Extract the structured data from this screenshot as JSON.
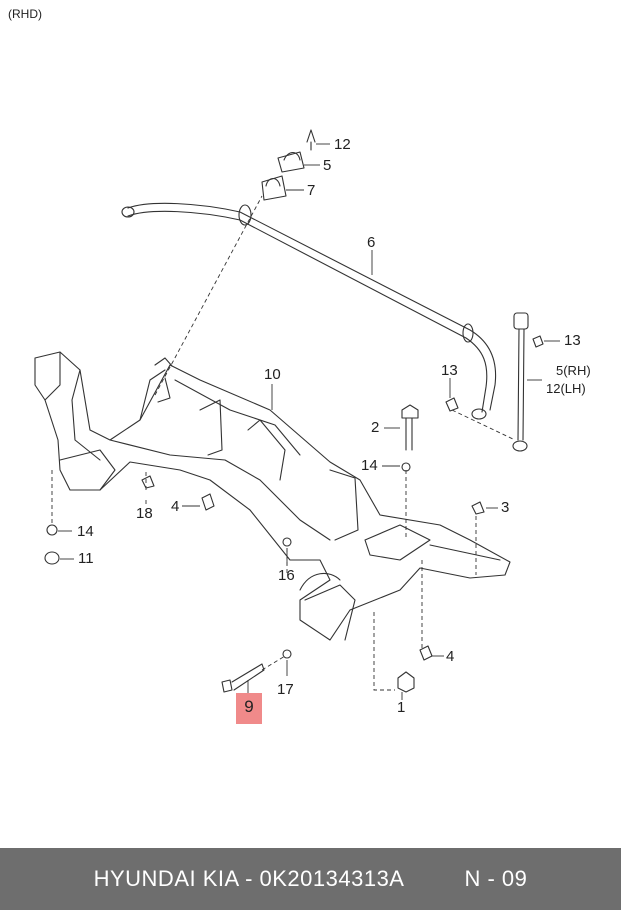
{
  "corner_label": "(RHD)",
  "callouts": {
    "c12_top": "12",
    "c5_top": "5",
    "c7": "7",
    "c6": "6",
    "c13_right": "13",
    "c5_rh": "5(RH)",
    "c12_lh": "12(LH)",
    "c13_mid": "13",
    "c10": "10",
    "c2": "2",
    "c14_mid": "14",
    "c3": "3",
    "c18": "18",
    "c4_left": "4",
    "c14_left": "14",
    "c11": "11",
    "c16": "16",
    "c4_right": "4",
    "c17": "17",
    "c1": "1",
    "c9": "9"
  },
  "footer": {
    "part_text": "HYUNDAI  KIA - 0K20134313A",
    "page_text": "N - 09"
  },
  "colors": {
    "footer_bg": "#6e6e6e",
    "highlight": "#f08a8a",
    "line": "#333333"
  }
}
